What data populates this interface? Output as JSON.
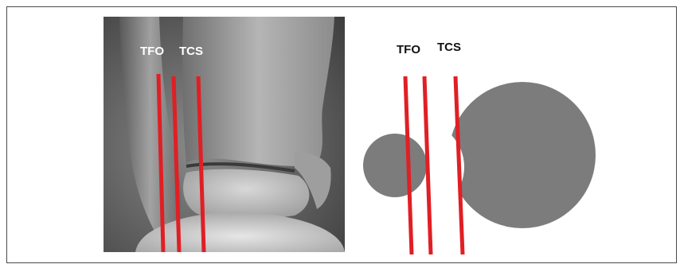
{
  "labels": {
    "tfo": "TFO",
    "tcs": "TCS"
  },
  "colors": {
    "measurement_line": "#e01f25",
    "schematic_fill": "#7c7c7c",
    "xray_label": "#ffffff",
    "schematic_label": "#111111",
    "frame": "#4a4a4a"
  },
  "icons": {
    "xray": "ankle-radiograph-image",
    "schematic": "overlapping-circles-schematic"
  }
}
